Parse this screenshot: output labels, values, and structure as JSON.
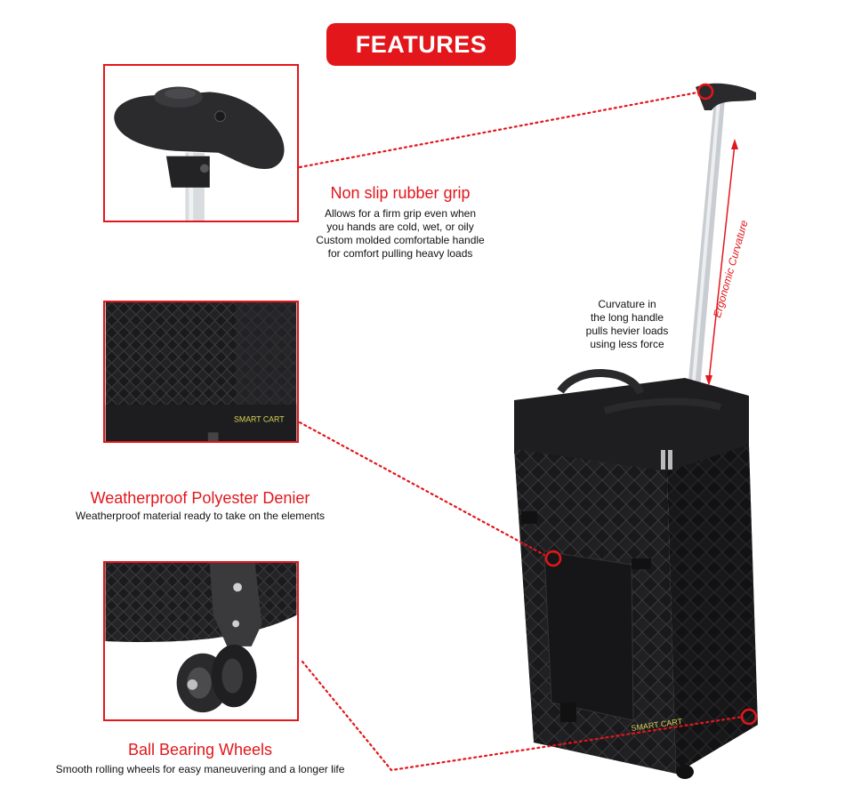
{
  "header": {
    "title": "FEATURES"
  },
  "features": {
    "grip": {
      "title": "Non slip rubber grip",
      "lines": [
        "Allows for a firm grip even when",
        "you hands are cold, wet, or oily",
        "Custom molded comfortable handle",
        "for comfort pulling heavy loads"
      ]
    },
    "fabric": {
      "title": "Weatherproof  Polyester Denier",
      "lines": [
        "Weatherproof material ready to take on the elements"
      ],
      "logo_text": "SMART CART"
    },
    "wheels": {
      "title": "Ball Bearing Wheels",
      "lines": [
        "Smooth rolling wheels for easy maneuvering and a longer life"
      ]
    }
  },
  "curvature": {
    "lines": [
      "Curvature in",
      "the long handle",
      "pulls hevier loads",
      "using less force"
    ],
    "side_label": "Ergonomic Curvature"
  },
  "product": {
    "logo_text": "SMART CART"
  },
  "colors": {
    "accent": "#e3161b",
    "bag": "#1c1c1e",
    "handle": "#c9ccd0"
  },
  "icons": [
    "callout-circle-icon"
  ]
}
